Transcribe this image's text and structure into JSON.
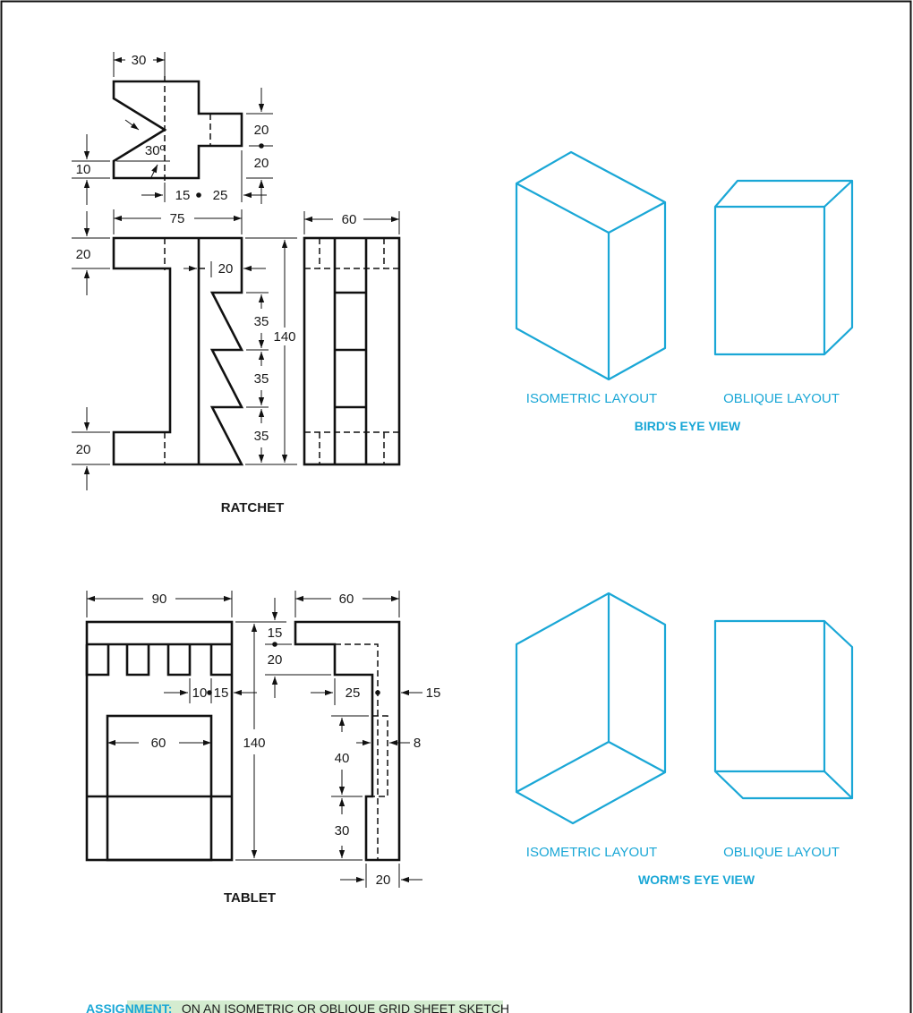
{
  "ratchet": {
    "title": "RATCHET",
    "dims": {
      "top_width": "30",
      "angle": "30º",
      "left_10": "10",
      "r20a": "20",
      "r20b": "20",
      "b15": "15",
      "b25": "25",
      "w75": "75",
      "w60": "60",
      "h20top": "20",
      "h20bot": "20",
      "inner20": "20",
      "t35a": "35",
      "t35b": "35",
      "t35c": "35",
      "h140": "140"
    }
  },
  "tablet": {
    "title": "TABLET",
    "dims": {
      "w90": "90",
      "w60top": "60",
      "d15": "15",
      "d20": "20",
      "d10": "10",
      "d15b": "15",
      "h140": "140",
      "inner60": "60",
      "d25": "25",
      "d15r": "15",
      "d40": "40",
      "d8": "8",
      "d30": "30",
      "b20": "20"
    }
  },
  "views": {
    "birds_eye": {
      "iso_label": "ISOMETRIC LAYOUT",
      "obl_label": "OBLIQUE LAYOUT",
      "title": "BIRD'S EYE VIEW"
    },
    "worms_eye": {
      "iso_label": "ISOMETRIC LAYOUT",
      "obl_label": "OBLIQUE LAYOUT",
      "title": "WORM'S EYE VIEW"
    }
  },
  "assignment": {
    "key": "ASSIGNMENT:",
    "text": "ON AN ISOMETRIC OR OBLIQUE GRID SHEET SKETCH"
  },
  "colors": {
    "accent": "#1aa7d6",
    "line": "#111111",
    "highlight": "#d4ecd0"
  }
}
